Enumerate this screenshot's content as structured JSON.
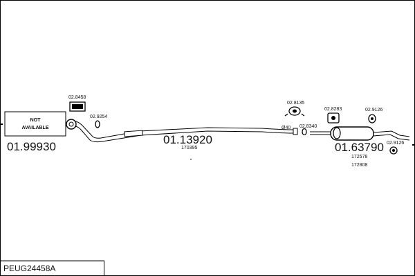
{
  "diagram": {
    "title_code": "PEUG24458A",
    "not_available": {
      "line1": "NOT",
      "line2": "AVAILABLE",
      "part_number": "01.99930"
    },
    "front_pipe": {
      "part_number": "01.13920",
      "sub_ref": "170395"
    },
    "rear_silencer": {
      "part_number": "01.63790",
      "sub_refs": [
        "172578",
        "172808"
      ]
    },
    "accessories": [
      {
        "code": "02.8458",
        "type": "kit"
      },
      {
        "code": "02.9254",
        "type": "gasket"
      },
      {
        "code": "02.8135",
        "type": "clamp"
      },
      {
        "code": "02.8340",
        "type": "gasket"
      },
      {
        "code": "02.8283",
        "type": "rubber-mount"
      },
      {
        "code": "02.9126",
        "type": "rubber-mount"
      },
      {
        "code": "02.9126",
        "type": "rubber-mount"
      }
    ],
    "diameter_label": "Ø40"
  }
}
